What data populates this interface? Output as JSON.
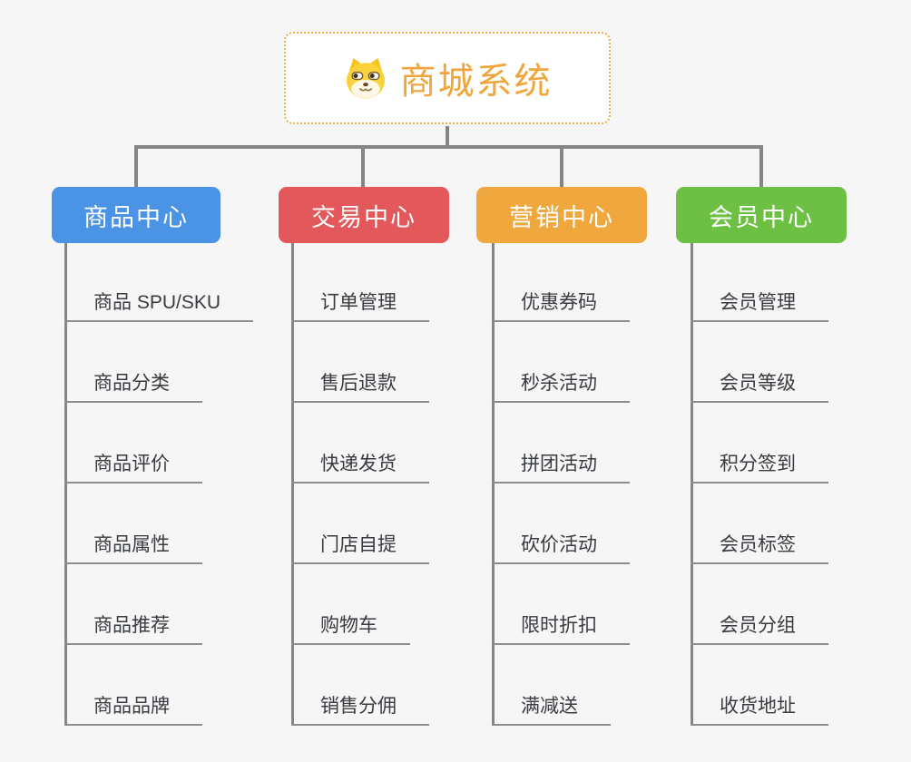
{
  "colors": {
    "background": "#f6f6f6",
    "connector": "#858585",
    "underline": "#8d8d8d",
    "leaf_text": "#383b40"
  },
  "root": {
    "title": "商城系统",
    "icon": "doge-icon",
    "text_color": "#f0a63c",
    "border_color": "#f0ac4e"
  },
  "branches": [
    {
      "label": "商品中心",
      "color": "#4b93e5",
      "items": [
        "商品 SPU/SKU",
        "商品分类",
        "商品评价",
        "商品属性",
        "商品推荐",
        "商品品牌"
      ]
    },
    {
      "label": "交易中心",
      "color": "#e3585a",
      "items": [
        "订单管理",
        "售后退款",
        "快递发货",
        "门店自提",
        "购物车",
        "销售分佣"
      ]
    },
    {
      "label": "营销中心",
      "color": "#efa73e",
      "items": [
        "优惠券码",
        "秒杀活动",
        "拼团活动",
        "砍价活动",
        "限时折扣",
        "满减送"
      ]
    },
    {
      "label": "会员中心",
      "color": "#6dc044",
      "items": [
        "会员管理",
        "会员等级",
        "积分签到",
        "会员标签",
        "会员分组",
        "收货地址"
      ]
    }
  ]
}
